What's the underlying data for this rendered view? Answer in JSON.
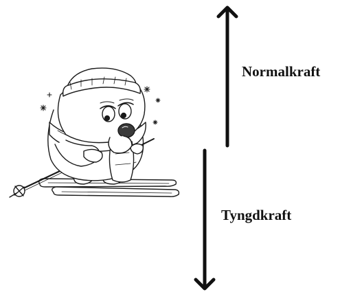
{
  "diagram": {
    "subject_icon": "skiing-cartoon-character",
    "forces": [
      {
        "label": "Normalkraft",
        "direction": "up",
        "icon": "arrow-up-icon"
      },
      {
        "label": "Tyngdkraft",
        "direction": "down",
        "icon": "arrow-down-icon"
      }
    ],
    "colors": {
      "ink": "#111111",
      "background": "#ffffff"
    }
  }
}
